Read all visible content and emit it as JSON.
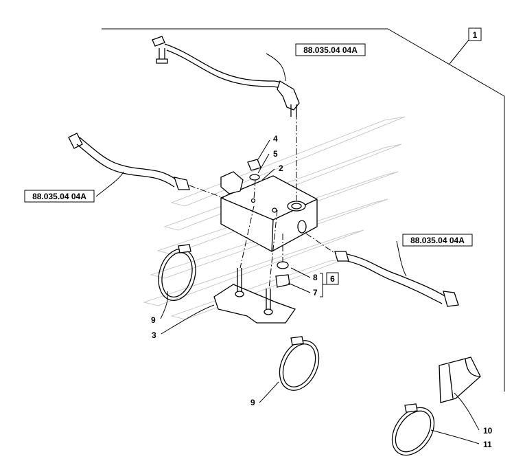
{
  "group_label": "1",
  "sub_group_label": "6",
  "reference_labels": [
    "88.035.04 04A",
    "88.035.04 04A",
    "88.035.04 04A"
  ],
  "callouts": {
    "c2": "2",
    "c3": "3",
    "c4": "4",
    "c5": "5",
    "c7": "7",
    "c8": "8",
    "c9a": "9",
    "c9b": "9",
    "c10": "10",
    "c11": "11"
  }
}
